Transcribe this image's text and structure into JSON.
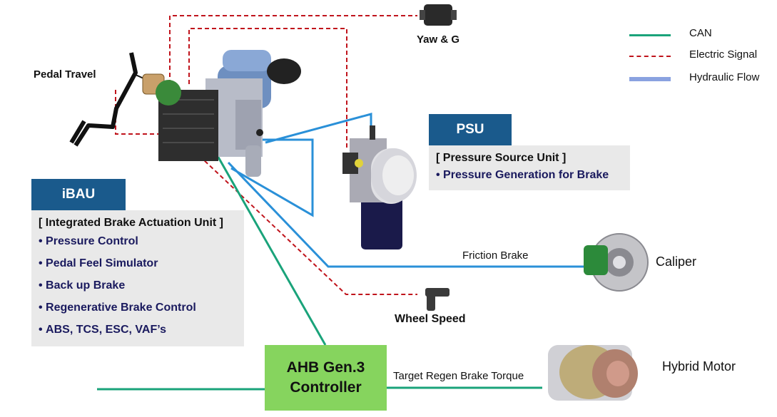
{
  "colors": {
    "can": "#1aa37a",
    "electric": "#c0141c",
    "hydraulic": "#8aa2e0",
    "hydraulic_line": "#2a90d8",
    "box_header": "#1a5a8c",
    "box_body": "#e9e9e9",
    "controller": "#86d45e"
  },
  "legend": [
    {
      "label": "CAN",
      "style": "solid",
      "color": "#1aa37a"
    },
    {
      "label": "Electric Signal",
      "style": "dashed",
      "color": "#c0141c"
    },
    {
      "label": "Hydraulic Flow",
      "style": "solid-thick",
      "color": "#8aa2e0"
    }
  ],
  "labels": {
    "yaw": "Yaw & G",
    "pedal_travel": "Pedal Travel",
    "friction_brake": "Friction Brake",
    "caliper": "Caliper",
    "wheel_speed": "Wheel Speed",
    "hybrid_motor": "Hybrid Motor",
    "target_regen": "Target Regen Brake Torque"
  },
  "psu": {
    "title": "PSU",
    "subtitle": "[ Pressure Source Unit ]",
    "items": [
      "Pressure Generation for Brake"
    ]
  },
  "ibau": {
    "title": "iBAU",
    "subtitle": "[ Integrated Brake Actuation Unit ]",
    "items": [
      "Pressure Control",
      "Pedal Feel Simulator",
      "Back up Brake",
      "Regenerative Brake Control",
      "ABS, TCS, ESC, VAF’s"
    ]
  },
  "controller": {
    "line1": "AHB Gen.3",
    "line2": "Controller"
  }
}
